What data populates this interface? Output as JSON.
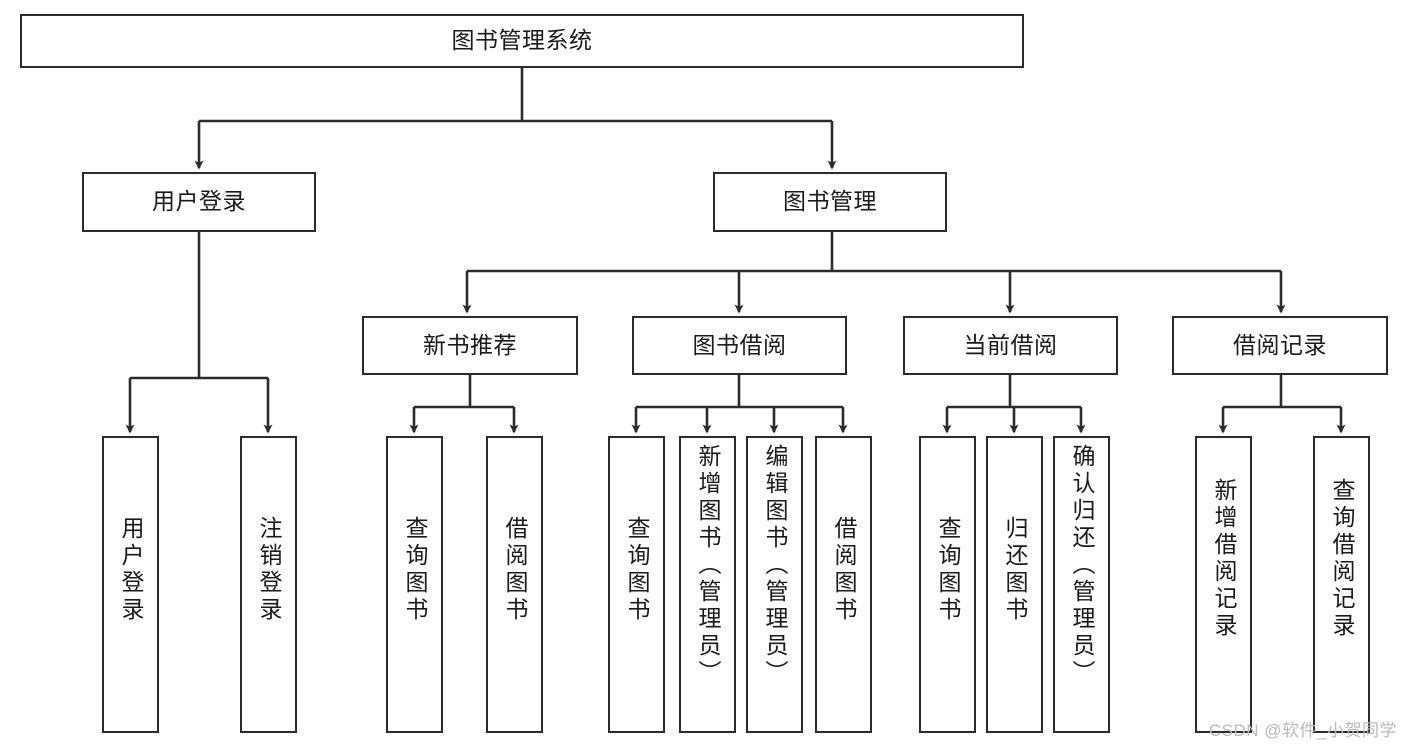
{
  "diagram": {
    "title": "图书管理系统",
    "type": "tree",
    "watermark": "CSDN @软件_小贺同学",
    "stroke_color": "#2b2b2b",
    "fill_color": "#ffffff",
    "text_color": "#1a1a1a",
    "watermark_color": "#b9b9b9"
  },
  "nodes": {
    "root": {
      "label": "图书管理系统",
      "level": 1
    },
    "l2": [
      {
        "id": "user-login",
        "label": "用户登录",
        "level": 2
      },
      {
        "id": "book-manage",
        "label": "图书管理",
        "level": 2
      }
    ],
    "l3": [
      {
        "id": "new-book-recommend",
        "label": "新书推荐",
        "level": 3
      },
      {
        "id": "book-borrow",
        "label": "图书借阅",
        "level": 3
      },
      {
        "id": "current-borrow",
        "label": "当前借阅",
        "level": 3
      },
      {
        "id": "borrow-record",
        "label": "借阅记录",
        "level": 3
      }
    ],
    "leaves": [
      {
        "id": "leaf-user-login",
        "label": "用户登录",
        "parent": "user-login"
      },
      {
        "id": "leaf-logout-login",
        "label": "注销登录",
        "parent": "user-login"
      },
      {
        "id": "leaf-query-book-1",
        "label": "查询图书",
        "parent": "new-book-recommend"
      },
      {
        "id": "leaf-borrow-book-1",
        "label": "借阅图书",
        "parent": "new-book-recommend"
      },
      {
        "id": "leaf-query-book-2",
        "label": "查询图书",
        "parent": "book-borrow"
      },
      {
        "id": "leaf-add-book",
        "label": "新增图书（管理员）",
        "parent": "book-borrow"
      },
      {
        "id": "leaf-edit-book",
        "label": "编辑图书（管理员）",
        "parent": "book-borrow"
      },
      {
        "id": "leaf-borrow-book-2",
        "label": "借阅图书",
        "parent": "book-borrow"
      },
      {
        "id": "leaf-query-book-3",
        "label": "查询图书",
        "parent": "current-borrow"
      },
      {
        "id": "leaf-return-book",
        "label": "归还图书",
        "parent": "current-borrow"
      },
      {
        "id": "leaf-confirm-return",
        "label": "确认归还（管理员）",
        "parent": "current-borrow"
      },
      {
        "id": "leaf-add-record",
        "label": "新增借阅记录",
        "parent": "borrow-record"
      },
      {
        "id": "leaf-query-record",
        "label": "查询借阅记录",
        "parent": "borrow-record"
      }
    ]
  }
}
